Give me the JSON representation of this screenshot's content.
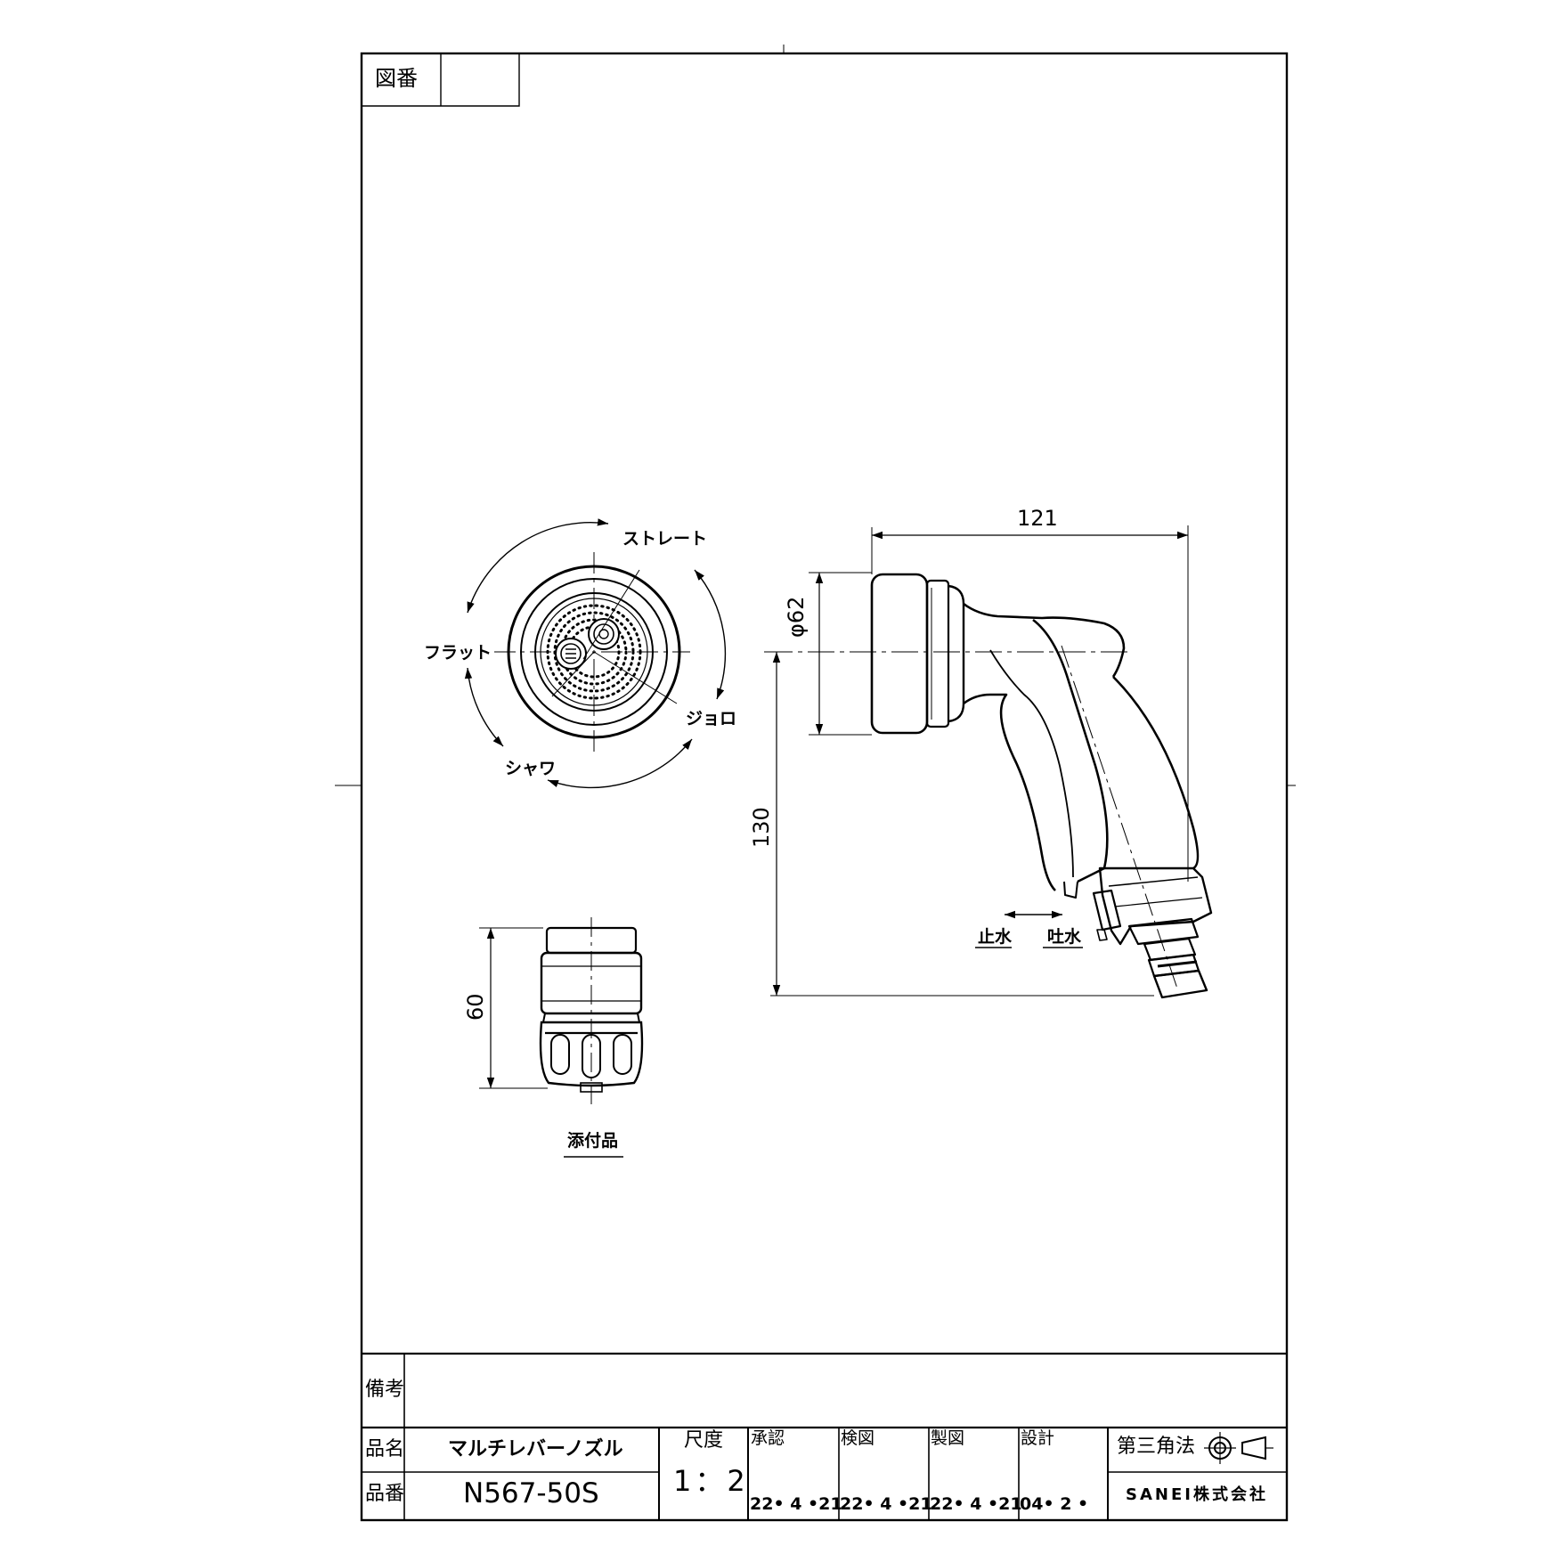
{
  "header": {
    "zuban_label": "図番",
    "zuban_value": ""
  },
  "views": {
    "front": {
      "modes": {
        "straight": "ストレート",
        "flat": "フラット",
        "jet": "ジョロ",
        "shower": "シャワ"
      }
    },
    "side": {
      "dim_length": "121",
      "dim_diameter": "φ62",
      "dim_height": "130",
      "stop_label": "止水",
      "flow_label": "吐水"
    },
    "accessory": {
      "dim_height": "60",
      "caption": "添付品"
    }
  },
  "title_block": {
    "remarks_label": "備考",
    "remarks_value": "",
    "name_label": "品名",
    "name_value": "マルチレバーノズル",
    "number_label": "品番",
    "number_value": "N567-50S",
    "scale_label": "尺度",
    "scale_value": "1：2",
    "approval_label": "承認",
    "approval_date": "22• 4 •21",
    "check_label": "検図",
    "check_date": "22• 4 •21",
    "drawing_label": "製図",
    "drawing_date": "22• 4 •21",
    "design_label": "設計",
    "design_date": "04• 2 •",
    "projection_label": "第三角法",
    "company": "SANEI株式会社"
  }
}
